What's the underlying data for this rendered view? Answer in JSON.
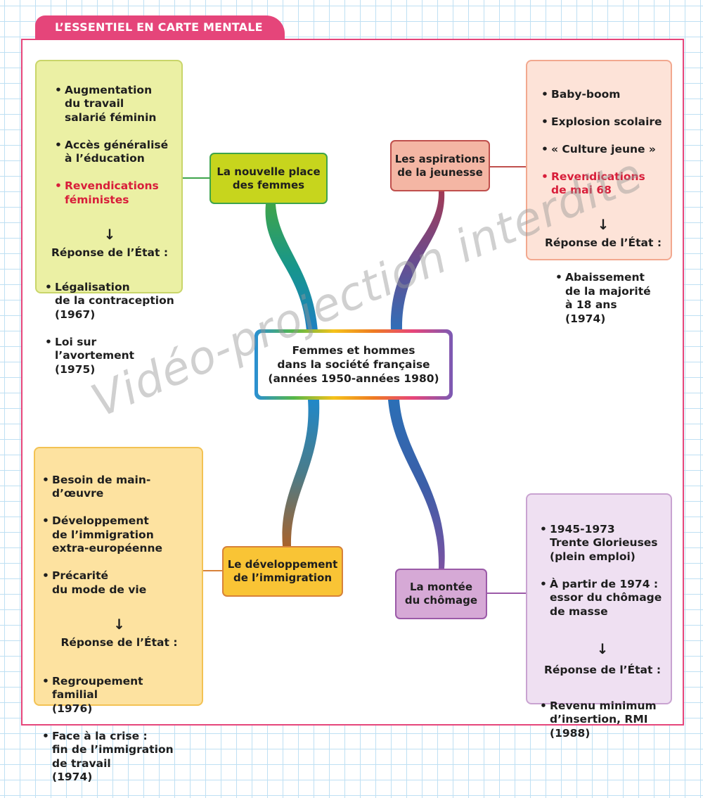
{
  "header": {
    "title": "L’ESSENTIEL EN CARTE MENTALE"
  },
  "center": {
    "text": "Femmes et hommes\ndans la société française\n(années 1950-années 1980)"
  },
  "branches": {
    "women": {
      "label": "La nouvelle place\ndes femmes",
      "color": "#c7d51d",
      "items": [
        "Augmentation\ndu travail\nsalarié féminin",
        "Accès généralisé\nà l’éducation"
      ],
      "highlight": "Revendications\nféministes",
      "arrow": "↓",
      "response_label": "Réponse de l’État :",
      "responses": [
        "Légalisation\nde la contraception\n(1967)",
        "Loi sur l’avortement\n(1975)"
      ]
    },
    "youth": {
      "label": "Les aspirations\nde la jeunesse",
      "color": "#f4b6a4",
      "items": [
        "Baby-boom",
        "Explosion scolaire",
        "« Culture jeune »"
      ],
      "highlight": "Revendications\nde mai 68",
      "arrow": "↓",
      "response_label": "Réponse de l’État :",
      "responses": [
        "Abaissement\nde la majorité\nà 18 ans\n(1974)"
      ]
    },
    "immigration": {
      "label": "Le développement\nde l’immigration",
      "color": "#f9c435",
      "items": [
        "Besoin de main-d’œuvre",
        "Développement\nde l’immigration\nextra-européenne",
        "Précarité\ndu mode de vie"
      ],
      "arrow": "↓",
      "response_label": "Réponse de l’État :",
      "responses": [
        "Regroupement\nfamilial\n(1976)",
        "Face à la crise :\nfin de l’immigration\nde travail\n(1974)"
      ]
    },
    "unemployment": {
      "label": "La montée\ndu chômage",
      "color": "#d6a9d6",
      "items": [
        "1945-1973\nTrente Glorieuses\n(plein emploi)",
        "À partir de 1974 :\nessor du chômage\nde masse"
      ],
      "arrow": "↓",
      "response_label": "Réponse de l’État :",
      "responses": [
        "Revenu minimum\nd’insertion, RMI\n(1988)"
      ]
    }
  },
  "watermark": "Vidéo-projection interdite"
}
